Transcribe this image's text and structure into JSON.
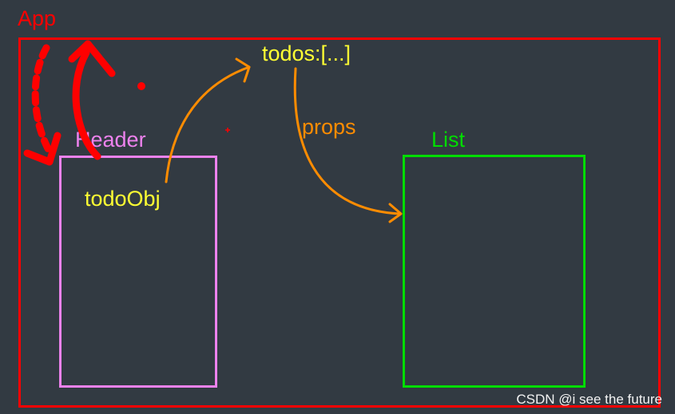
{
  "colors": {
    "background": "#323a42",
    "app": "#ff0000",
    "header": "#ee82ee",
    "list": "#00dd00",
    "text_yellow": "#ffff33",
    "arrow_orange": "#ff8c00"
  },
  "labels": {
    "app": "App",
    "header": "Header",
    "list": "List",
    "state": "todos:[...]",
    "header_item": "todoObj",
    "props": "props"
  },
  "watermark": "CSDN @i see the future"
}
